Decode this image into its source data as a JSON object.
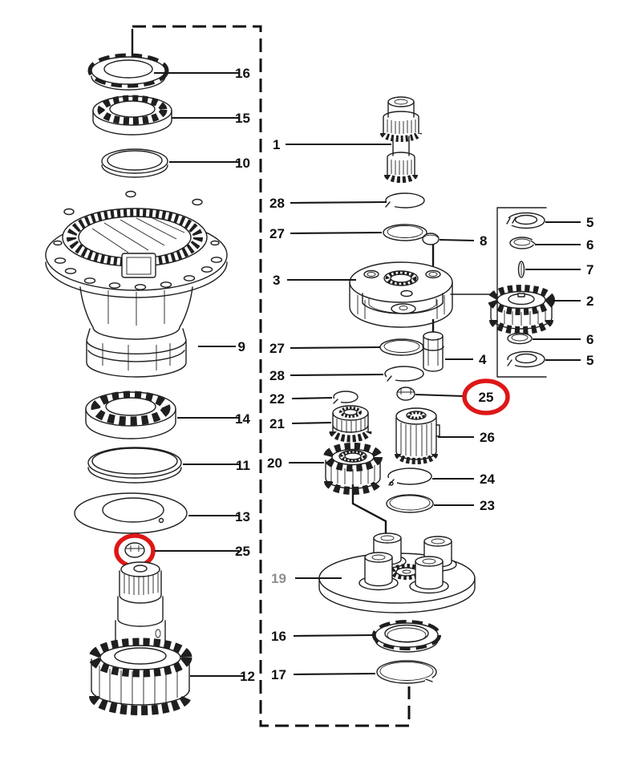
{
  "figure": {
    "kind": "exploded-parts-diagram",
    "background_color": "#ffffff",
    "line_color": "#1f1f1f",
    "label_color": "#101010",
    "muted_label_color": "#8d8d8d",
    "highlight_color": "#de1717",
    "highlighted_callouts": [
      "25"
    ]
  },
  "callouts": [
    {
      "id": "left-16",
      "label": "16"
    },
    {
      "id": "left-15",
      "label": "15"
    },
    {
      "id": "left-10",
      "label": "10"
    },
    {
      "id": "left-9",
      "label": "9"
    },
    {
      "id": "left-14",
      "label": "14"
    },
    {
      "id": "left-11",
      "label": "11"
    },
    {
      "id": "left-13",
      "label": "13"
    },
    {
      "id": "left-25",
      "label": "25",
      "part_highlighted": true
    },
    {
      "id": "left-12",
      "label": "12"
    },
    {
      "id": "center-1",
      "label": "1"
    },
    {
      "id": "center-28-upper",
      "label": "28"
    },
    {
      "id": "center-27-upper",
      "label": "27"
    },
    {
      "id": "center-3",
      "label": "3"
    },
    {
      "id": "center-27-lower",
      "label": "27"
    },
    {
      "id": "center-28-lower",
      "label": "28"
    },
    {
      "id": "center-22",
      "label": "22"
    },
    {
      "id": "center-21",
      "label": "21"
    },
    {
      "id": "center-20",
      "label": "20"
    },
    {
      "id": "center-19",
      "label": "19",
      "muted": true
    },
    {
      "id": "center-16",
      "label": "16"
    },
    {
      "id": "center-17",
      "label": "17"
    },
    {
      "id": "right-8",
      "label": "8"
    },
    {
      "id": "right-4",
      "label": "4"
    },
    {
      "id": "right-25",
      "label": "25",
      "label_highlighted": true
    },
    {
      "id": "right-26",
      "label": "26"
    },
    {
      "id": "right-24",
      "label": "24"
    },
    {
      "id": "right-23",
      "label": "23"
    },
    {
      "id": "box-5-upper",
      "label": "5"
    },
    {
      "id": "box-6-upper",
      "label": "6"
    },
    {
      "id": "box-7",
      "label": "7"
    },
    {
      "id": "box-2",
      "label": "2"
    },
    {
      "id": "box-6-lower",
      "label": "6"
    },
    {
      "id": "box-5-lower",
      "label": "5"
    }
  ]
}
